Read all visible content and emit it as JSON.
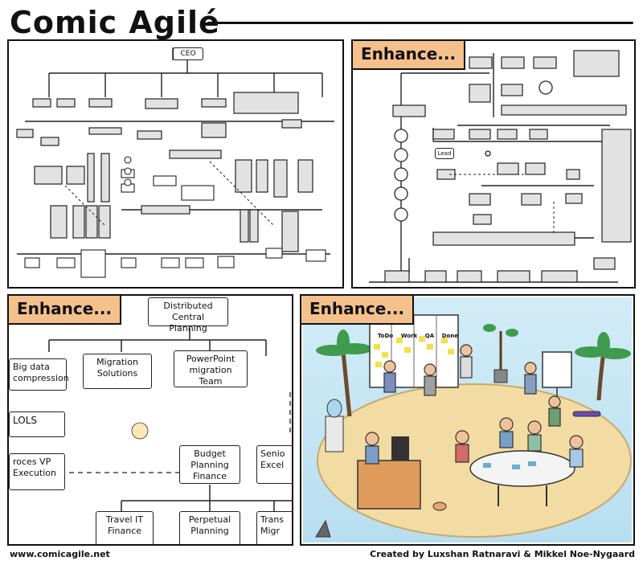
{
  "header": {
    "title": "Comic Agilé"
  },
  "panel1": {
    "ceo_label": "CEO"
  },
  "panel2": {
    "tag": "Enhance...",
    "small_label": "Lead"
  },
  "panel3": {
    "tag": "Enhance...",
    "boxes": {
      "distributed": "Distributed Central Planning",
      "bigdata": "Big data compression",
      "migration": "Migration Solutions",
      "powerpoint": "PowerPoint migration Team",
      "lols": "LOLS",
      "process_vp": "roces VP Execution",
      "budget": "Budget Planning Finance",
      "senior": "Senio Excel",
      "travel": "Travel IT Finance",
      "perpetual": "Perpetual Planning",
      "trans": "Trans Migr"
    }
  },
  "panel4": {
    "tag": "Enhance...",
    "board_columns": [
      "ToDo",
      "Work",
      "QA",
      "Done"
    ]
  },
  "footer": {
    "website": "www.comicagile.net",
    "credits": "Created by Luxshan Ratnaravi & Mikkel Noe-Nygaard"
  }
}
